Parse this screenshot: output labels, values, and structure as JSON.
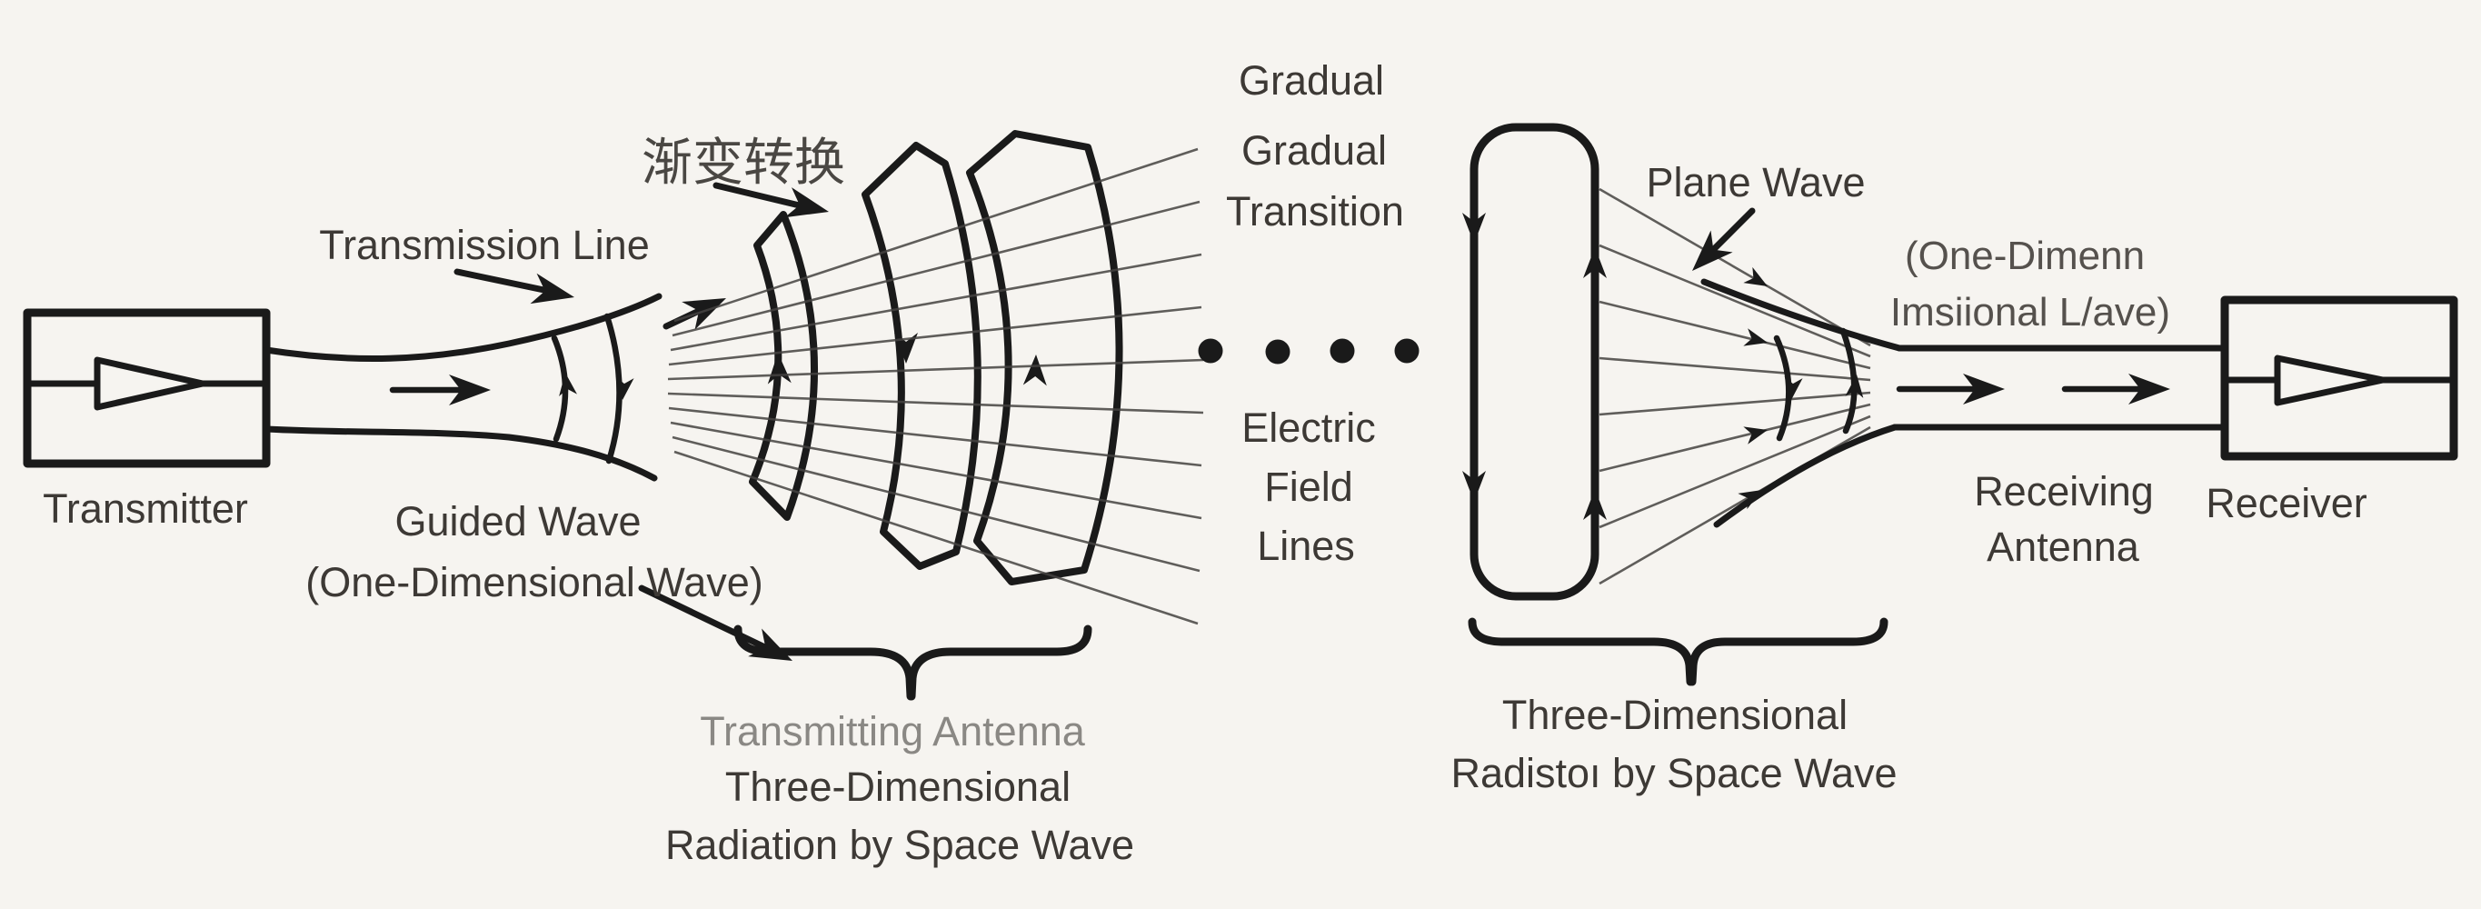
{
  "colors": {
    "background": "#f6f4f0",
    "ink": "#1a1a1a",
    "text": "#3d3935",
    "muted_text": "#8a8884",
    "soft_text": "#55514d",
    "field_line": "#454341"
  },
  "diagram": {
    "transmitter": {
      "label": "Transmitter"
    },
    "transmission_line": {
      "label": "Transmission Line"
    },
    "gradual_transition_zh": {
      "label": "渐变转换"
    },
    "guided_wave": {
      "line1": "Guided Wave",
      "line2": "(One-Dimensional Wave)"
    },
    "gradual_transition": {
      "line1": "Gradual",
      "line2": "Gradual",
      "line3": "Transition"
    },
    "electric_field_lines": {
      "line1": "Electric",
      "line2": "Field",
      "line3": "Lines"
    },
    "plane_wave": {
      "label": "Plane Wave"
    },
    "one_dimensional_wave": {
      "line1": "(One-Dimenn",
      "line2": "Imsiional L/ave)"
    },
    "receiving_antenna": {
      "line1": "Receiving",
      "line2": "Antenna"
    },
    "receiver": {
      "label": "Receiver"
    },
    "transmitting_antenna": {
      "line1": "Transmitting Antenna",
      "line2": "Three-Dimensional",
      "line3": "Radiation by Space Wave"
    },
    "space_wave_radiation": {
      "line1": "Three-Dimensional",
      "line2": "Radistoı by Space Wave"
    }
  }
}
